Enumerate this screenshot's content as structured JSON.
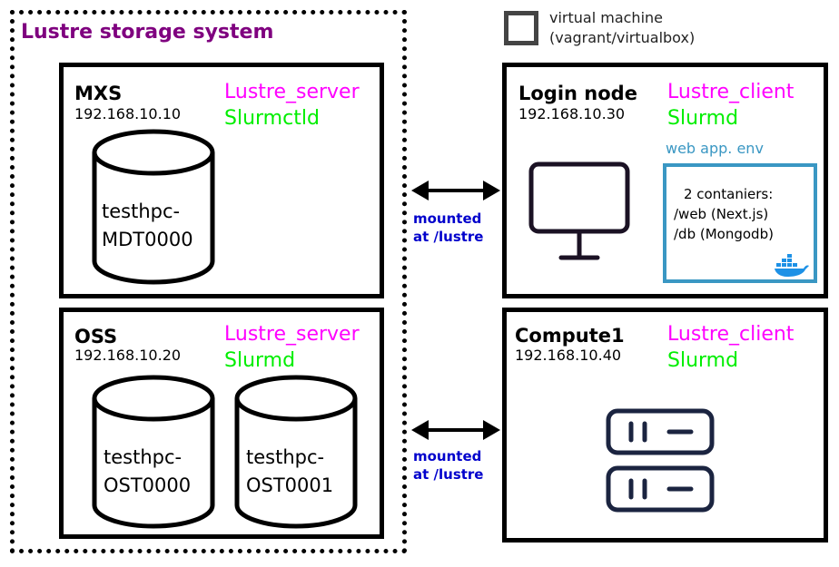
{
  "storage": {
    "title": "Lustre storage system"
  },
  "legend": {
    "line1": "virtual machine",
    "line2": "(vagrant/virtualbox)"
  },
  "nodes": [
    {
      "host": "MXS",
      "ip": "192.168.10.10",
      "role1": "Lustre_server",
      "role2": "Slurmctld",
      "disks": [
        {
          "line1": "testhpc-",
          "line2": "MDT0000"
        }
      ]
    },
    {
      "host": "OSS",
      "ip": "192.168.10.20",
      "role1": "Lustre_server",
      "role2": "Slurmd",
      "disks": [
        {
          "line1": "testhpc-",
          "line2": "OST0000"
        },
        {
          "line1": "testhpc-",
          "line2": "OST0001"
        }
      ]
    },
    {
      "host": "Login node",
      "ip": "192.168.10.30",
      "role1": "Lustre_client",
      "role2": "Slurmd"
    },
    {
      "host": "Compute1",
      "ip": "192.168.10.40",
      "role1": "Lustre_client",
      "role2": "Slurmd"
    }
  ],
  "mounts": [
    {
      "line1": "mounted",
      "line2": "at /lustre"
    },
    {
      "line1": "mounted",
      "line2": "at /lustre"
    }
  ],
  "webapp": {
    "label": "web app. env",
    "line1": "2 contaniers:",
    "line2": "/web (Next.js)",
    "line3": "/db (Mongodb)"
  },
  "colors": {
    "storage_title": "#7f007f",
    "lustre": "#ff00ff",
    "slurm": "#00ee00",
    "mount": "#0000cc",
    "webapp": "#3a97c3",
    "docker": "#1d91e6"
  },
  "icons": {
    "monitor": "monitor-icon",
    "server": "server-icon",
    "docker": "docker-whale-icon"
  }
}
